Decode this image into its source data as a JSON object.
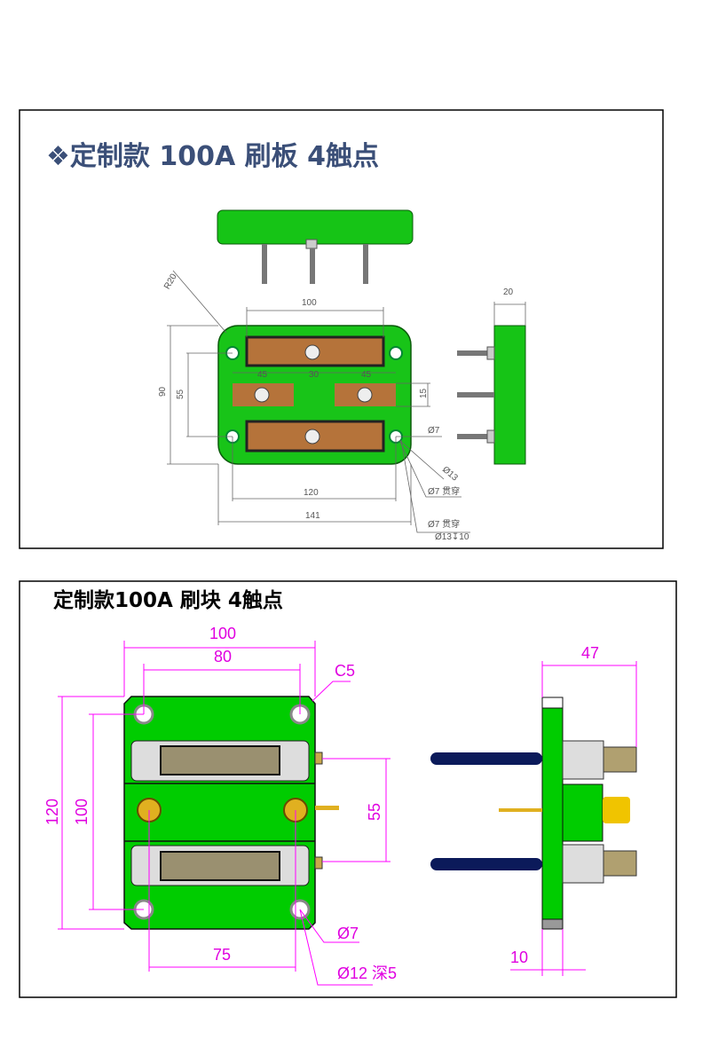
{
  "top_panel": {
    "title": "❖定制款 100A 刷板 4触点",
    "dims": {
      "r20": "R20",
      "w100": "100",
      "s45a": "45",
      "s30": "30",
      "s45b": "45",
      "h90": "90",
      "h55": "55",
      "h15": "15",
      "d7": "Ø7",
      "d13": "Ø13",
      "d7through": "Ø7 贯穿",
      "w120": "120",
      "w141": "141",
      "d7through2": "Ø7 贯穿",
      "cbore": "Ø13↧10",
      "side20": "20"
    }
  },
  "bottom_panel": {
    "title": "定制款100A 刷块 4触点",
    "dims": {
      "w100": "100",
      "w80": "80",
      "c5": "C5",
      "h120": "120",
      "h100": "100",
      "h55": "55",
      "w75": "75",
      "d7": "Ø7",
      "d12": "Ø12 深5",
      "side47": "47",
      "side10": "10"
    }
  },
  "colors": {
    "plate": "#00cc00",
    "copper": "#b87333",
    "dimension": "#ff00ff",
    "title": "#3b4f78"
  }
}
